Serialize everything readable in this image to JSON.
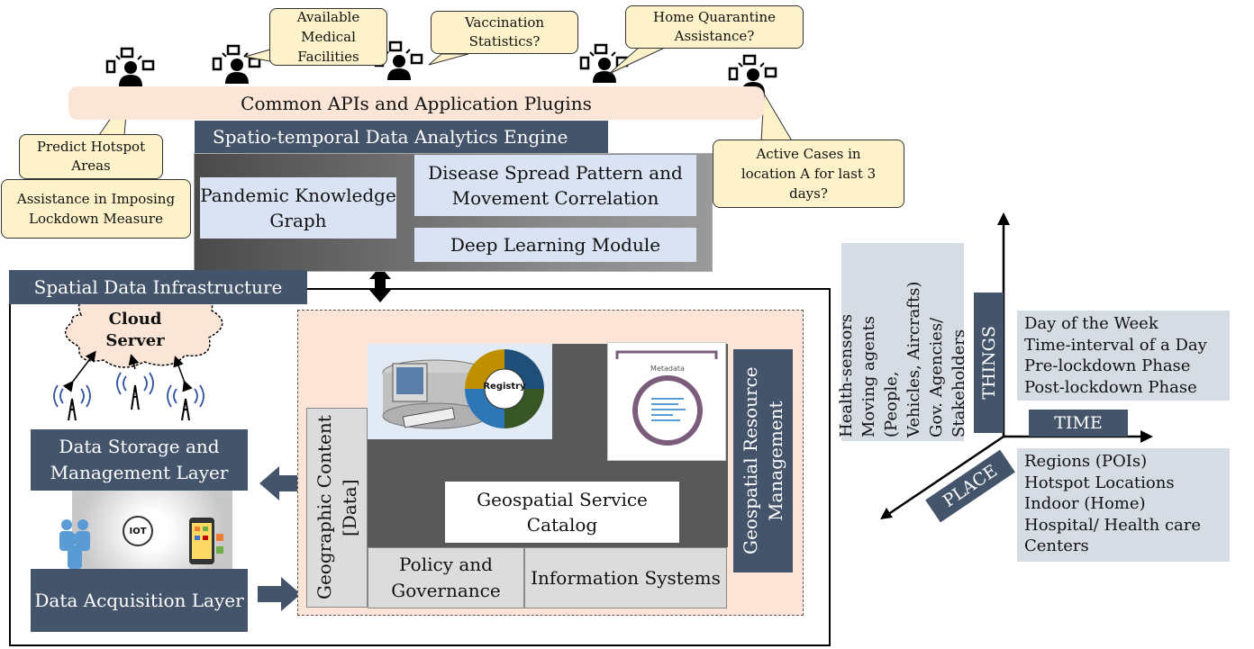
{
  "top": {
    "apis_bar": "Common APIs and Application Plugins",
    "bubbles": {
      "medical": "Available Medical Facilities",
      "vaccination": "Vaccination Statistics?",
      "quarantine": "Home Quarantine Assistance?",
      "hotspot": "Predict Hotspot Areas",
      "lockdown": "Assistance in Imposing Lockdown Measure",
      "active": "Active Cases in location A for last 3 days?"
    }
  },
  "engine": {
    "title": "Spatio-temporal Data Analytics Engine",
    "knowledge_graph": "Pandemic Knowledge Graph",
    "disease_spread": "Disease Spread Pattern and Movement Correlation",
    "deep_learning": "Deep Learning Module"
  },
  "sdi": {
    "title": "Spatial Data Infrastructure",
    "cloud": "Cloud Server",
    "storage_layer": "Data Storage and Management Layer",
    "acquisition_layer": "Data Acquisition Layer",
    "iot_label": "IOT",
    "geographic_content": "Geographic Content [Data]",
    "registry": "Registry",
    "metadata": "Metadata",
    "service_catalog": "Geospatial Service Catalog",
    "policy": "Policy and Governance",
    "info_systems": "Information Systems",
    "resource_mgmt": "Geospatial Resource Management"
  },
  "axes": {
    "things": "THINGS",
    "time": "TIME",
    "place": "PLACE",
    "things_list": [
      "Health-sensors",
      "Moving agents (People,",
      "Vehicles, Aircrafts)",
      "Gov. Agencies/",
      "Stakeholders"
    ],
    "time_list": [
      "Day of the Week",
      "Time-interval of a Day",
      "Pre-lockdown Phase",
      "Post-lockdown Phase"
    ],
    "place_list": [
      "Regions (POIs)",
      "Hotspot Locations",
      "Indoor (Home)",
      "Hospital/ Health care",
      "Centers"
    ]
  },
  "colors": {
    "dark_box": "#44546a",
    "light_blue": "#dae3f3",
    "bubble": "#fdf2c9",
    "apis_bar": "#fbe5d6"
  }
}
